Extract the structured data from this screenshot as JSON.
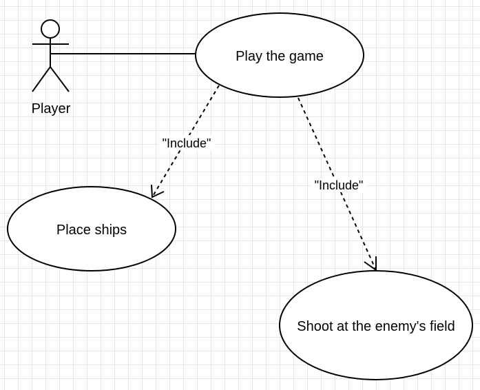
{
  "diagram": {
    "type": "use-case",
    "actor": {
      "label": "Player"
    },
    "use_cases": {
      "play": {
        "label": "Play the game"
      },
      "place": {
        "label": "Place ships"
      },
      "shoot": {
        "label": "Shoot at the enemy's field"
      }
    },
    "relations": {
      "include_place": {
        "label": "\"Include\"",
        "from": "Play the game",
        "to": "Place ships"
      },
      "include_shoot": {
        "label": "\"Include\"",
        "from": "Play the game",
        "to": "Shoot at the enemy's field"
      }
    }
  }
}
